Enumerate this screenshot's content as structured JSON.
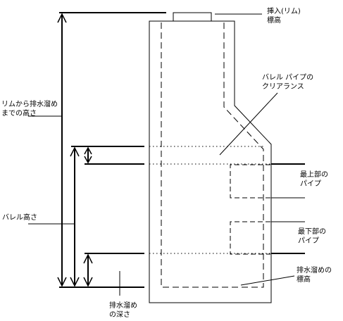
{
  "labels": {
    "rim_height_l1": "挿入(リム)",
    "rim_height_l2": "標高",
    "rim_to_drain_l1": "リムから排水溜め",
    "rim_to_drain_l2": "までの高さ",
    "clearance_l1": "バレル パイプの",
    "clearance_l2": "クリアランス",
    "barrel_height": "バレル高さ",
    "top_pipe_l1": "最上部の",
    "top_pipe_l2": "パイプ",
    "bottom_pipe_l1": "最下部の",
    "bottom_pipe_l2": "パイプ",
    "sump_elev_l1": "排水溜めの",
    "sump_elev_l2": "標高",
    "sump_depth_l1": "排水溜め",
    "sump_depth_l2": "の深さ"
  },
  "colors": {
    "line": "#000000",
    "background": "#ffffff"
  }
}
